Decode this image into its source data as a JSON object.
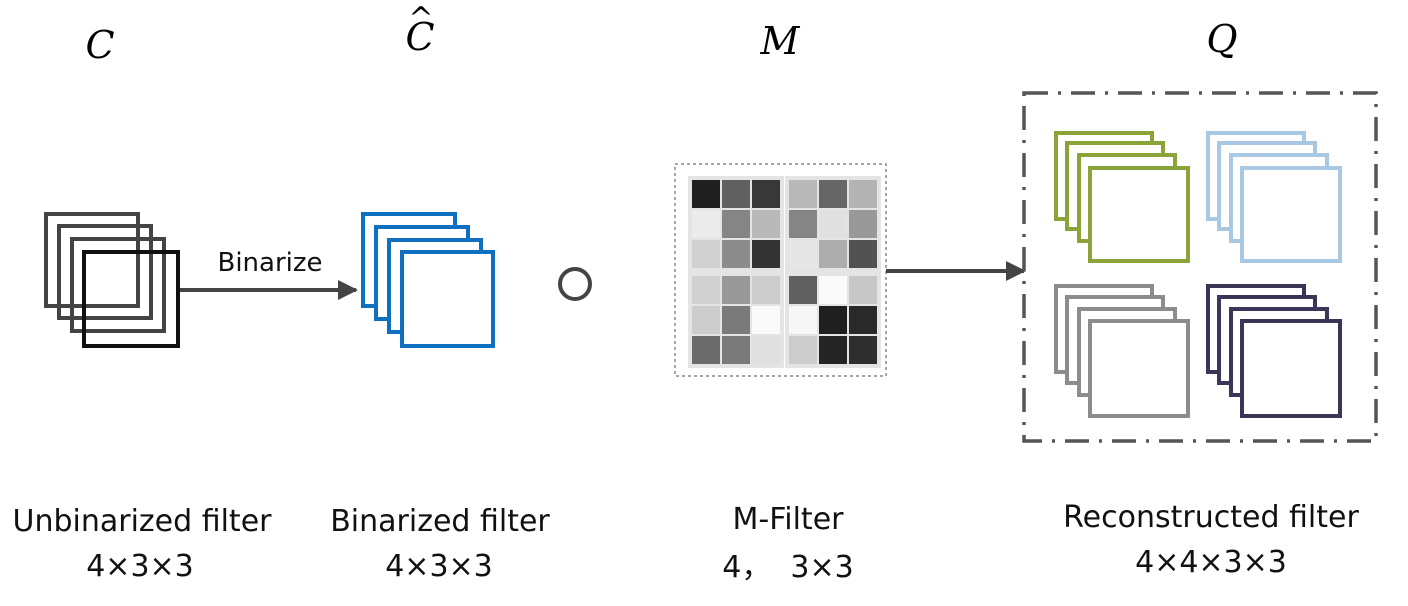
{
  "symbols": {
    "unbinarized": "C",
    "binarized": "C",
    "binarized_hat": "^",
    "mfilter": "M",
    "reconstructed": "Q"
  },
  "arrow_label": "Binarize",
  "operator_symbol": "○",
  "captions": {
    "unbinarized": {
      "name": "Unbinarized filter",
      "dims": "4×3×3"
    },
    "binarized": {
      "name": "Binarized filter",
      "dims": "4×3×3"
    },
    "mfilter": {
      "name": "M-Filter",
      "dims": "4，  3×3"
    },
    "reconstructed": {
      "name": "Reconstructed filter",
      "dims": "4×4×3×3"
    }
  },
  "colors": {
    "unbinarized_stroke": "#333333",
    "unbinarized_front": "#111111",
    "binarized_stroke": "#1070c0",
    "group_green": "#8aa43a",
    "group_lightblue": "#a8c8e4",
    "group_gray": "#8c8c8c",
    "group_purple": "#3d3558",
    "arrow": "#444444"
  },
  "mfilter_grids": [
    [
      [
        0.12,
        0.38,
        0.22
      ],
      [
        0.92,
        0.52,
        0.72
      ],
      [
        0.82,
        0.55,
        0.2
      ]
    ],
    [
      [
        0.72,
        0.4,
        0.7
      ],
      [
        0.52,
        0.88,
        0.6
      ],
      [
        0.9,
        0.68,
        0.32
      ]
    ],
    [
      [
        0.82,
        0.6,
        0.8
      ],
      [
        0.8,
        0.48,
        0.98
      ],
      [
        0.42,
        0.48,
        0.88
      ]
    ],
    [
      [
        0.38,
        0.98,
        0.78
      ],
      [
        0.97,
        0.12,
        0.16
      ],
      [
        0.8,
        0.14,
        0.18
      ]
    ]
  ]
}
